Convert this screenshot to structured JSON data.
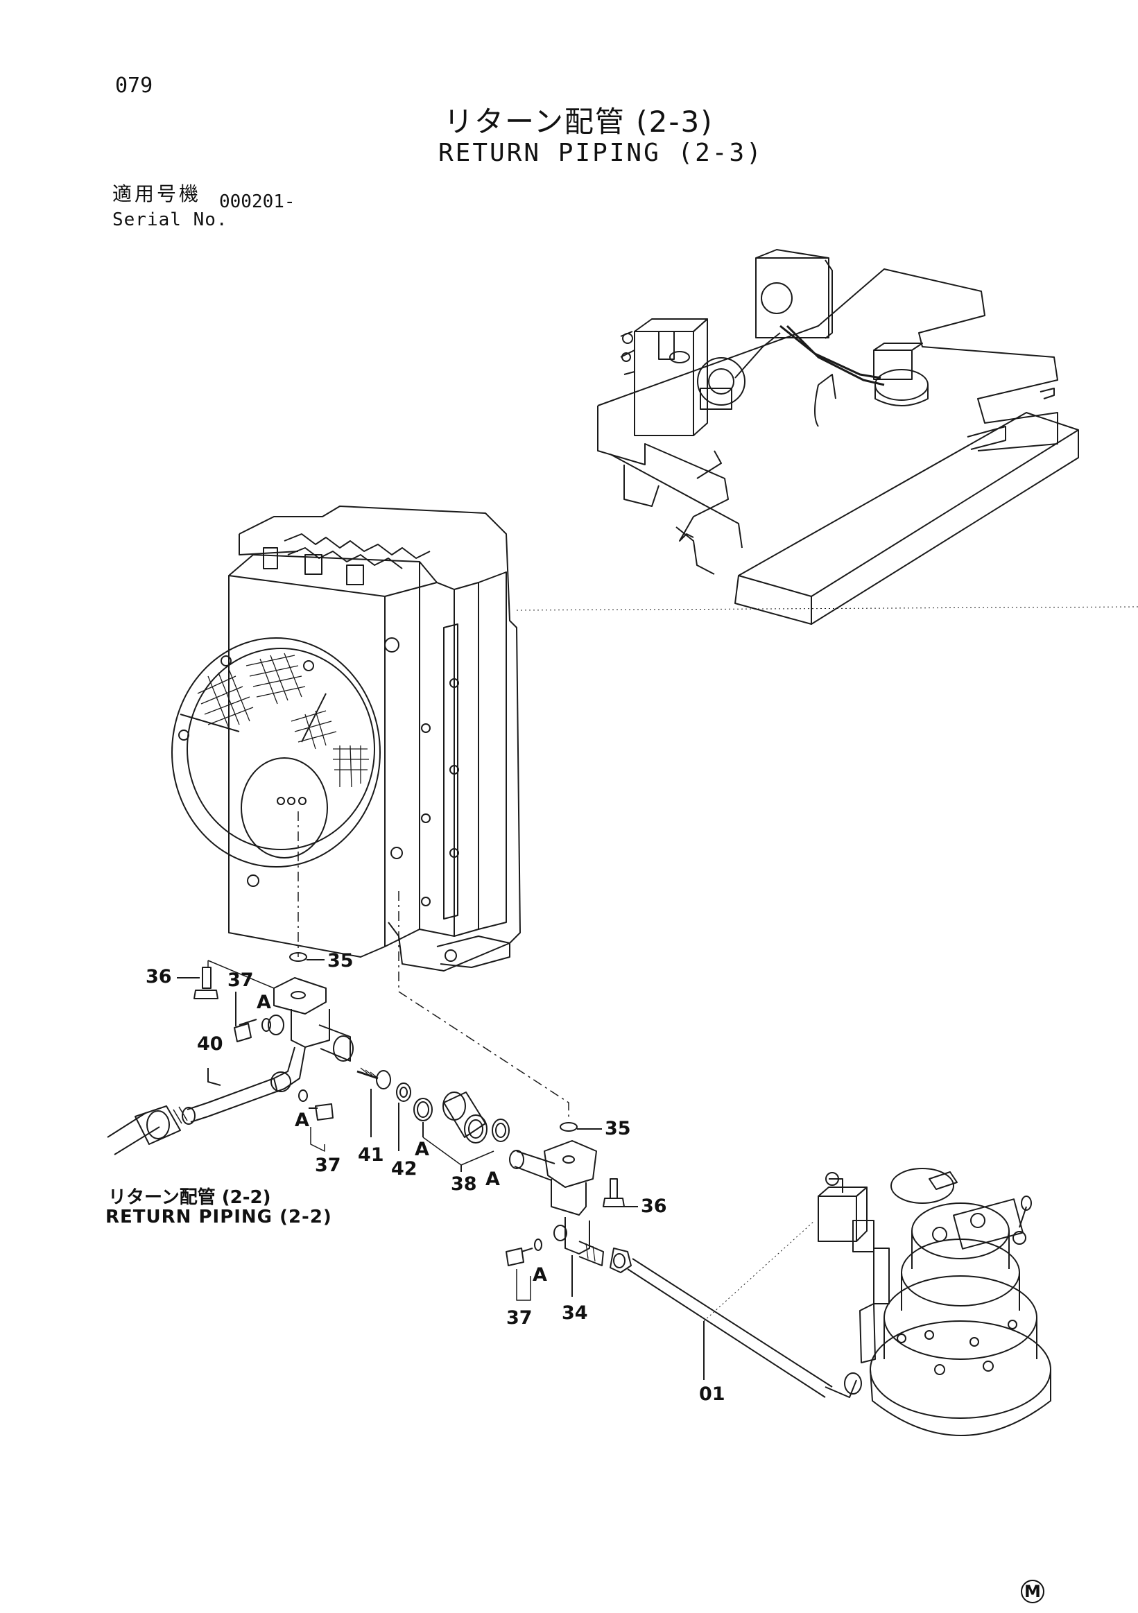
{
  "header": {
    "page_number": "079",
    "title_jp": "リターン配管 (2-3)",
    "title_en": "RETURN PIPING (2-3)",
    "serial_label_jp": "適用号機",
    "serial_label_en": "Serial No.",
    "serial_value": "000201-"
  },
  "reference": {
    "label_jp": "リターン配管 (2-2)",
    "label_en": "RETURN PIPING (2-2)"
  },
  "callouts": {
    "c36_left": "36",
    "c37_upper": "37",
    "c35_upper": "35",
    "a_upper": "A",
    "c40": "40",
    "a_left_lower": "A",
    "c37_lower_left": "37",
    "c41": "41",
    "c42": "42",
    "a_mid": "A",
    "c38": "38",
    "a_mid_right": "A",
    "c35_lower": "35",
    "c36_right": "36",
    "a_lower": "A",
    "c37_bottom": "37",
    "c34": "34",
    "c01": "01"
  },
  "corner_mark": "M"
}
